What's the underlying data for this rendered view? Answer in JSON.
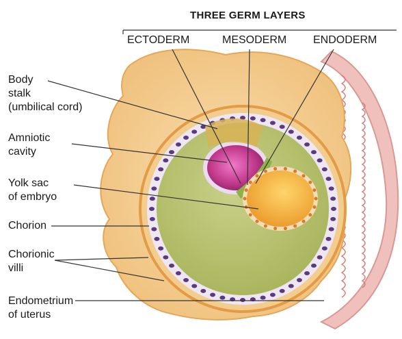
{
  "header": {
    "title": "THREE GERM LAYERS",
    "layers": [
      "ECTODERM",
      "MESODERM",
      "ENDODERM"
    ]
  },
  "labels": {
    "body_stalk": [
      "Body",
      "stalk",
      "(umbilical cord)"
    ],
    "amniotic_cavity": [
      "Amniotic",
      "cavity"
    ],
    "yolk_sac": [
      "Yolk sac",
      "of embryo"
    ],
    "chorion": [
      "Chorion"
    ],
    "chorionic_villi": [
      "Chorionic",
      "villi"
    ],
    "endometrium": [
      "Endometrium",
      "of uterus"
    ]
  },
  "colors": {
    "chorion": "#f2c98a",
    "chorion_edge": "#e8a85a",
    "exocoelom": "#b7c26a",
    "amnion": "#c23a8c",
    "yolk_sac": "#f2a93b",
    "endometrium": "#e7a7a3",
    "cell_ring": "#ece3f3"
  }
}
